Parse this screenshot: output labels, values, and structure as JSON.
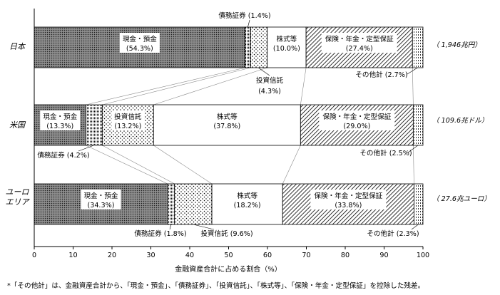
{
  "chart_data": {
    "type": "bar",
    "orientation": "horizontal",
    "stacked": true,
    "xlabel": "金融資産合計に占める割合（%）",
    "xlim": [
      0,
      100
    ],
    "xticks": [
      "0",
      "10",
      "20",
      "30",
      "40",
      "50",
      "60",
      "70",
      "80",
      "90",
      "100"
    ],
    "categories": [
      {
        "name": "日本",
        "total": "（ 1,946兆円）"
      },
      {
        "name": "米国",
        "total": "（ 109.6兆ドル）"
      },
      {
        "name": "ユーロ\nエリア",
        "total": "（ 27.6兆ユーロ）"
      }
    ],
    "series": [
      {
        "name": "現金・預金",
        "pattern": "dense-dots",
        "values": [
          54.3,
          13.3,
          34.3
        ],
        "labels": [
          "(54.3%)",
          "(13.3%)",
          "(34.3%)"
        ]
      },
      {
        "name": "債務証券",
        "pattern": "fine-dots",
        "values": [
          1.4,
          4.2,
          1.8
        ],
        "labels": [
          "(1.4%)",
          "(4.2%)",
          "(1.8%)"
        ]
      },
      {
        "name": "投資信託",
        "pattern": "sparse-dots",
        "values": [
          4.3,
          13.2,
          9.6
        ],
        "labels": [
          "(4.3%)",
          "(13.2%)",
          "(9.6%)"
        ]
      },
      {
        "name": "株式等",
        "pattern": "none",
        "values": [
          10.0,
          37.8,
          18.2
        ],
        "labels": [
          "(10.0%)",
          "(37.8%)",
          "(18.2%)"
        ]
      },
      {
        "name": "保険・年金・定型保証",
        "pattern": "diagonal-hatch",
        "values": [
          27.4,
          29.0,
          33.8
        ],
        "labels": [
          "(27.4%)",
          "(29.0%)",
          "(33.8%)"
        ]
      },
      {
        "name": "その他計",
        "pattern": "vertical-dash",
        "values": [
          2.7,
          2.5,
          2.3
        ],
        "labels": [
          "(2.7%)",
          "(2.5%)",
          "(2.3%)"
        ]
      }
    ],
    "callouts": [
      {
        "text": "債務証券 (1.4%)",
        "series": 1,
        "row": 0
      },
      {
        "text": "投資信託",
        "series": 2,
        "row": 0
      },
      {
        "text": "(4.3%)",
        "series": 2,
        "row": 0
      },
      {
        "text": "その他計 (2.7%)",
        "series": 5,
        "row": 0
      },
      {
        "text": "債務証券 (4.2%)",
        "series": 1,
        "row": 1
      },
      {
        "text": "その他計 (2.5%)",
        "series": 5,
        "row": 1
      },
      {
        "text": "債務証券 (1.8%)",
        "series": 1,
        "row": 2
      },
      {
        "text": "投資信託 (9.6%)",
        "series": 2,
        "row": 2
      },
      {
        "text": "その他計 (2.3%)",
        "series": 5,
        "row": 2
      }
    ],
    "footnote": "*「その他計」は、金融資産合計から、「現金・預金」、「債務証券」、「投資信託」、「株式等」、「保険・年金・定型保証」を控除した残差。"
  }
}
